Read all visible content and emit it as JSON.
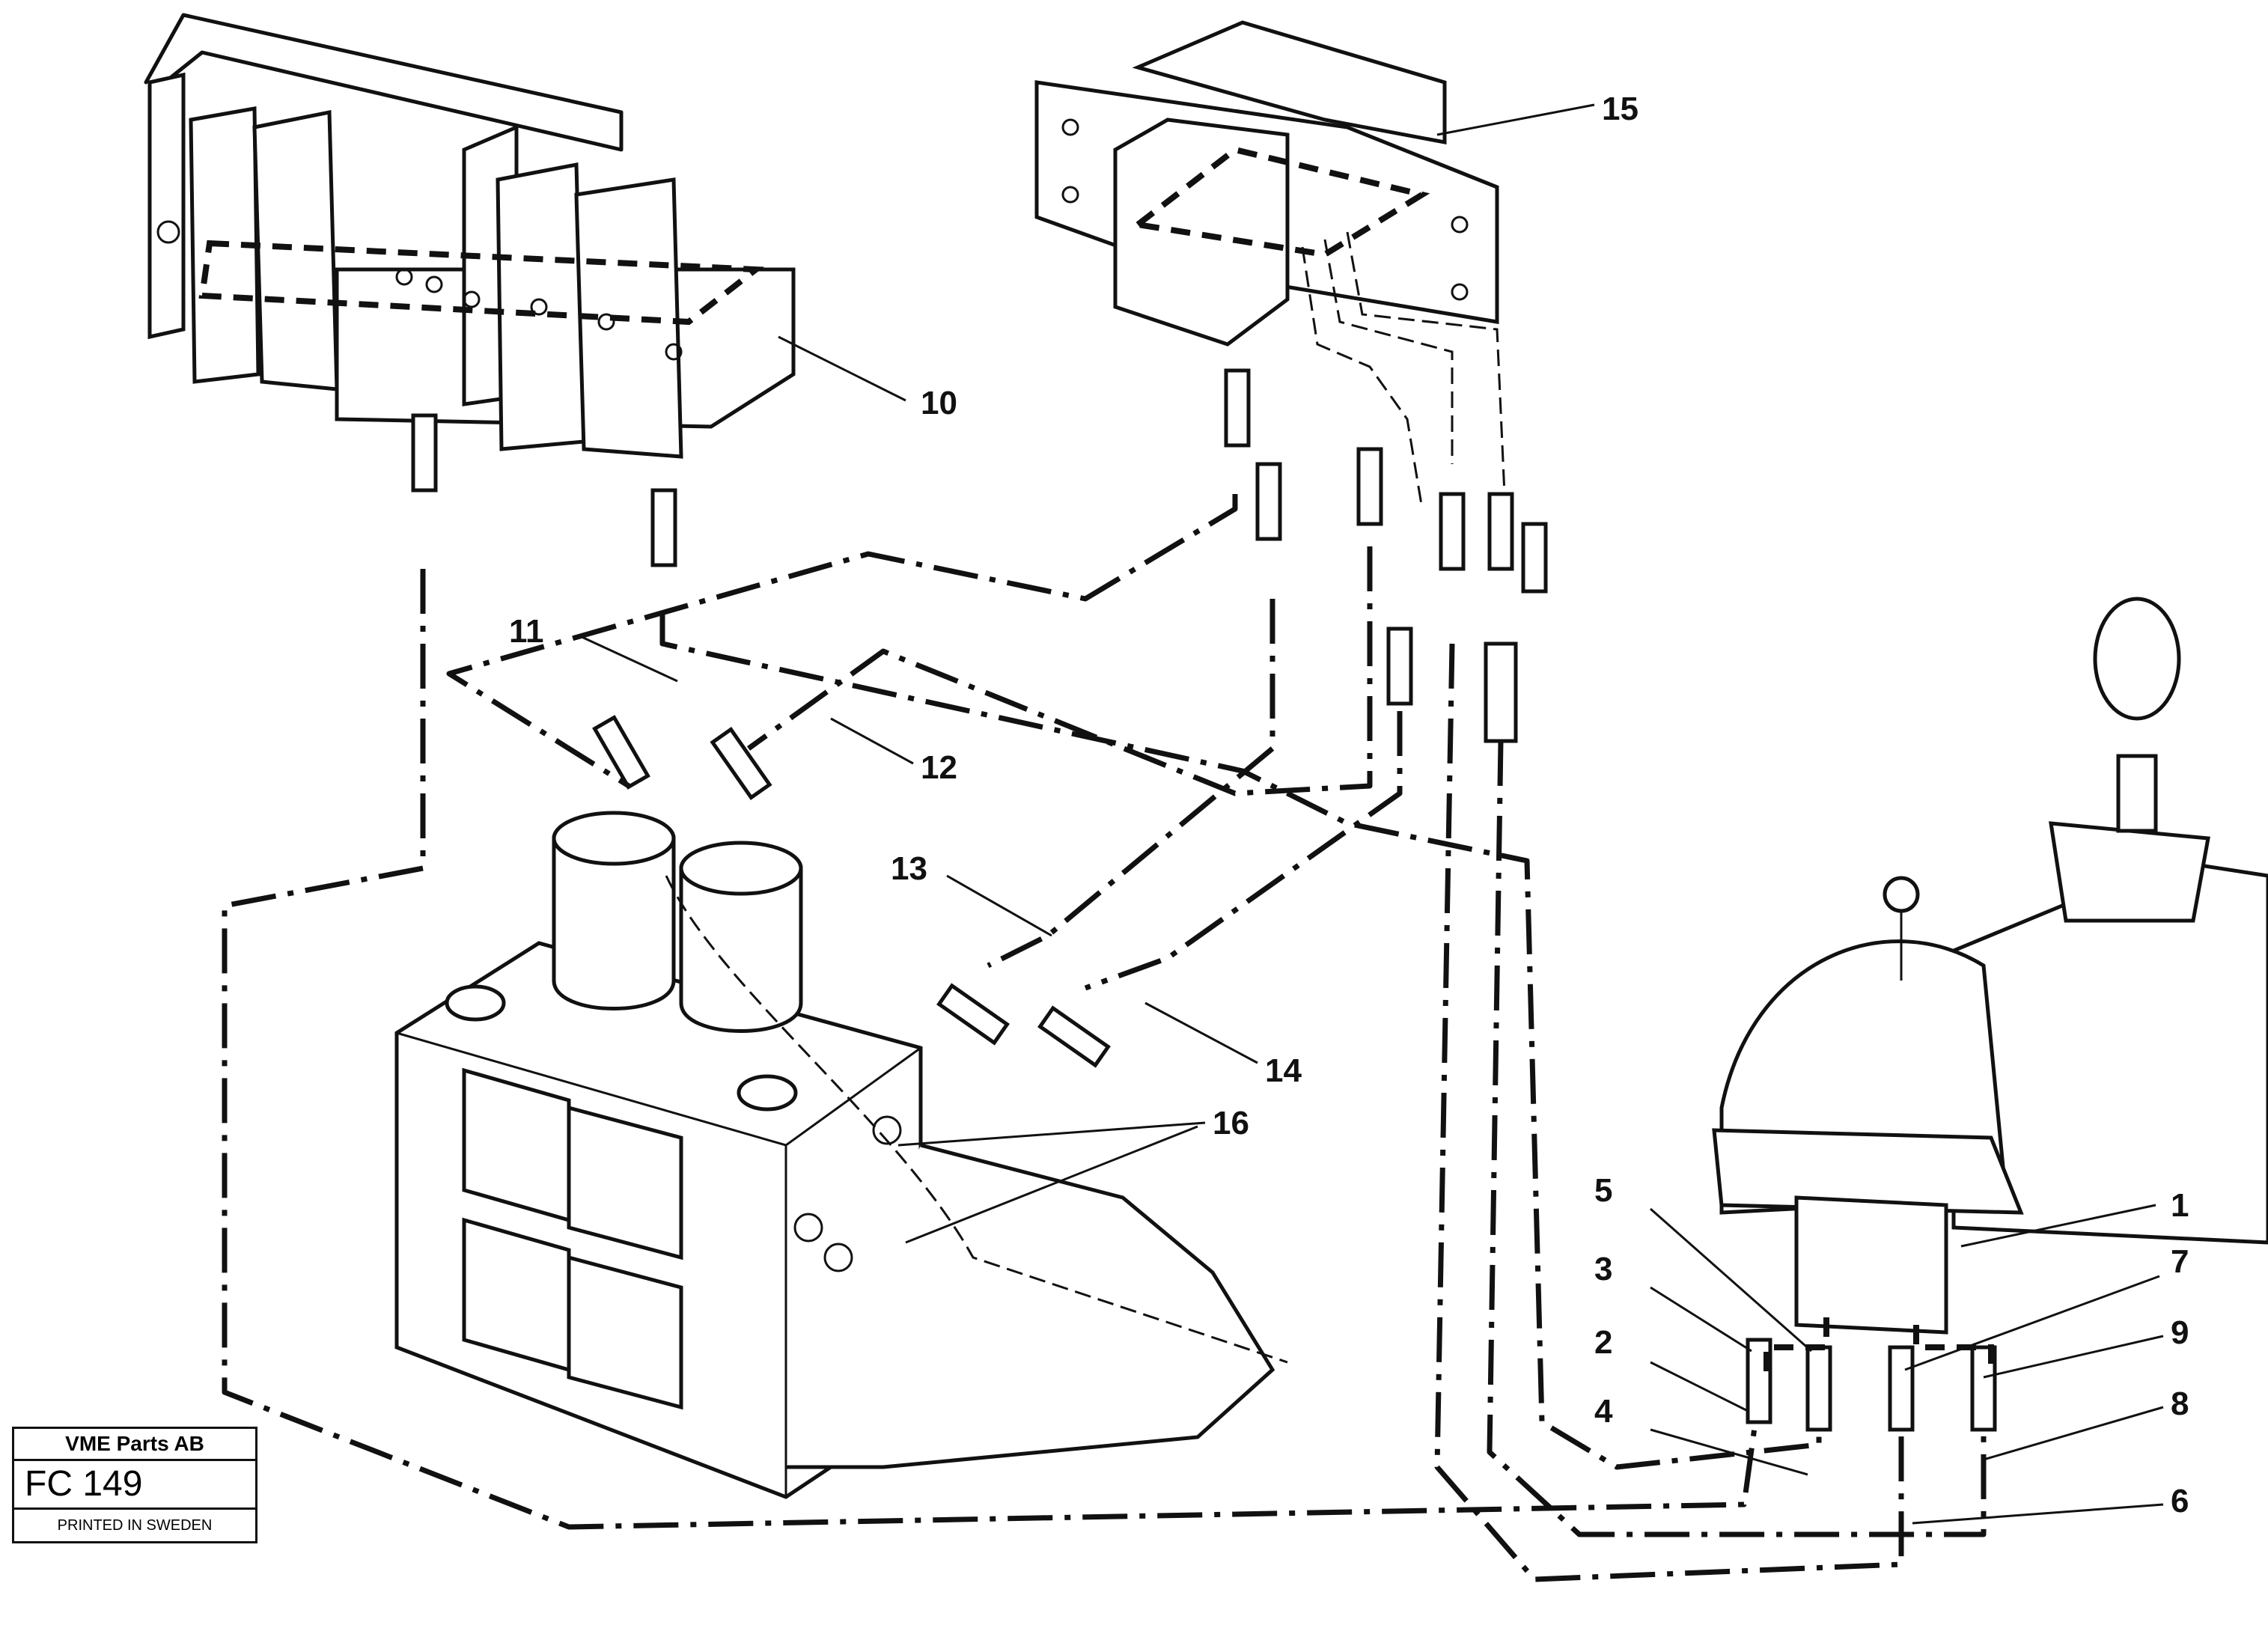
{
  "callouts": [
    "1",
    "2",
    "3",
    "4",
    "5",
    "6",
    "7",
    "8",
    "9",
    "10",
    "11",
    "12",
    "13",
    "14",
    "15",
    "16"
  ],
  "stamp": {
    "company": "VME Parts AB",
    "code": "FC 149",
    "printed": "PRINTED IN SWEDEN"
  }
}
